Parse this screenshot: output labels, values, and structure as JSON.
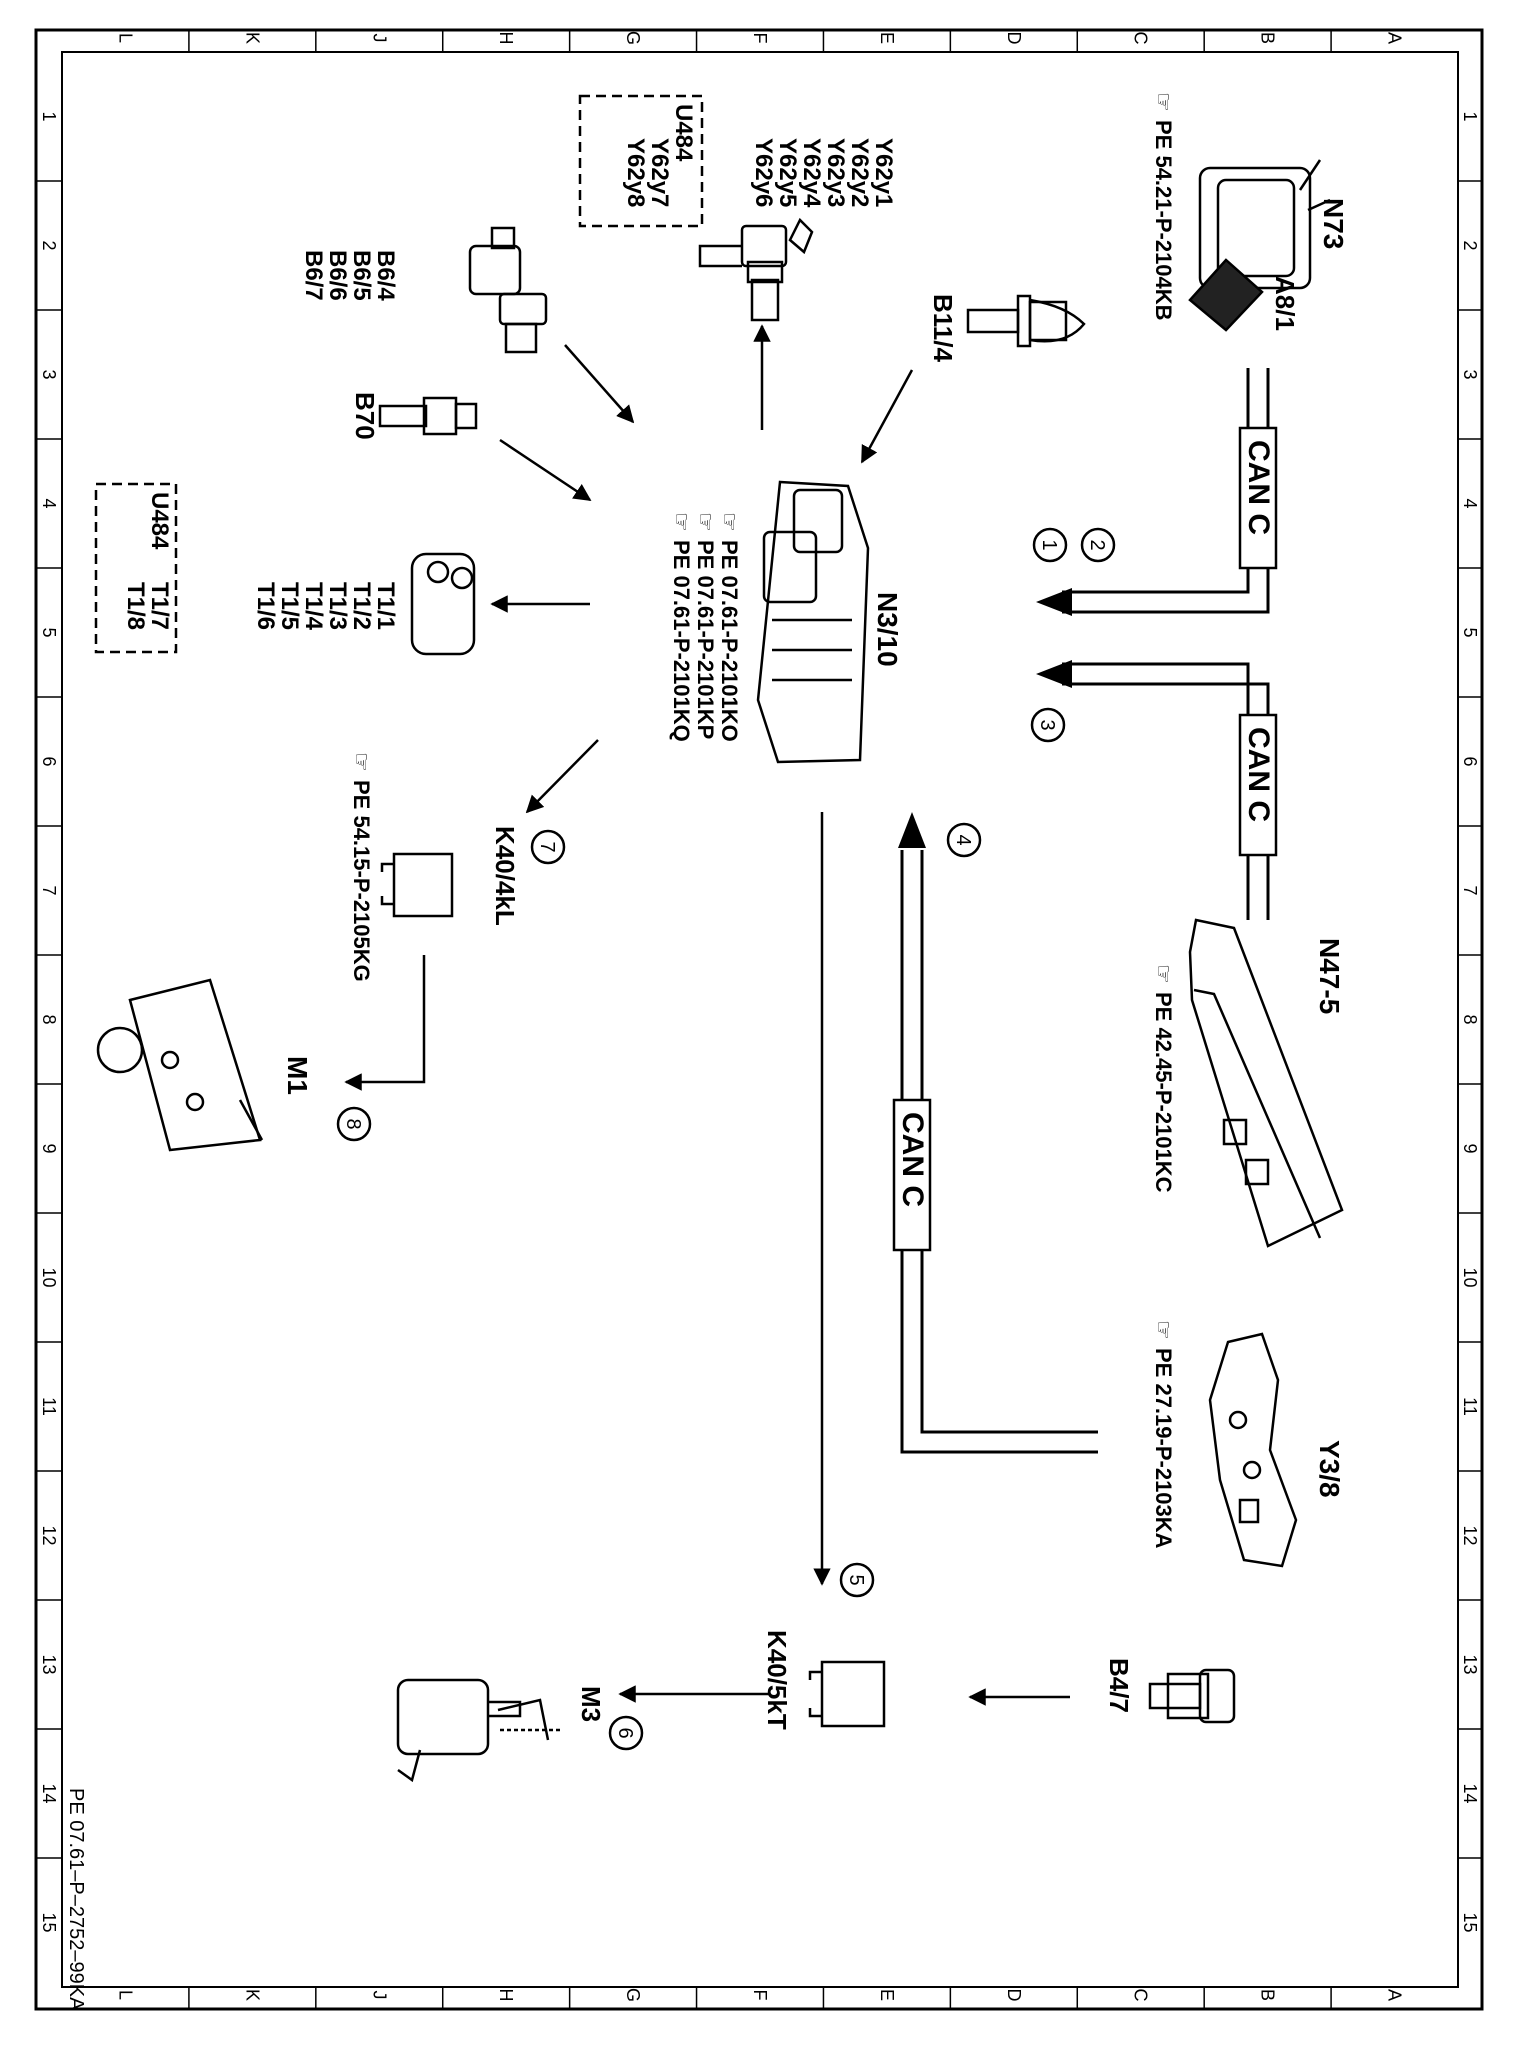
{
  "frame": {
    "columns": [
      "L",
      "K",
      "J",
      "H",
      "G",
      "F",
      "E",
      "D",
      "C",
      "B",
      "A"
    ],
    "rows": [
      "1",
      "2",
      "3",
      "4",
      "5",
      "6",
      "7",
      "8",
      "9",
      "10",
      "11",
      "12",
      "13",
      "14",
      "15"
    ]
  },
  "doc_id": "PE 07.61–P–2752–99KA",
  "bus_label": "CAN C",
  "components": {
    "n73": {
      "label": "N73",
      "ref": "PE  54.21-P-2104KB"
    },
    "a8_1": {
      "label": "A8/1"
    },
    "injectors": {
      "lines": [
        "Y62y1",
        "Y62y2",
        "Y62y3",
        "Y62y4",
        "Y62y5",
        "Y62y6"
      ],
      "boxed_title": "U484",
      "boxed_lines": [
        "Y62y7",
        "Y62y8"
      ]
    },
    "b6": {
      "lines": [
        "B6/4",
        "B6/5",
        "B6/6",
        "B6/7"
      ]
    },
    "b11_4": {
      "label": "B11/4"
    },
    "b70": {
      "label": "B70"
    },
    "ecu": {
      "label": "N3/10",
      "refs": [
        "PE  07.61-P-2101KO",
        "PE  07.61-P-2101KP",
        "PE  07.61-P-2101KQ"
      ]
    },
    "coils": {
      "lines": [
        "T1/1",
        "T1/2",
        "T1/3",
        "T1/4",
        "T1/5",
        "T1/6"
      ],
      "boxed_title": "U484",
      "boxed_lines": [
        "T1/7",
        "T1/8"
      ]
    },
    "n47": {
      "label": "N47-5",
      "ref": "PE  42.45-P-2101KC"
    },
    "k40_4": {
      "label": "K40/4kL",
      "ref": "PE  54.15-P-2105KG"
    },
    "m1": {
      "label": "M1"
    },
    "y3_8": {
      "label": "Y3/8",
      "ref": "PE  27.19-P-2103KA"
    },
    "b4_7": {
      "label": "B4/7"
    },
    "k40_5": {
      "label": "K40/5kT"
    },
    "m3": {
      "label": "M3"
    }
  },
  "markers": [
    "1",
    "2",
    "3",
    "4",
    "5",
    "6",
    "7",
    "8"
  ]
}
